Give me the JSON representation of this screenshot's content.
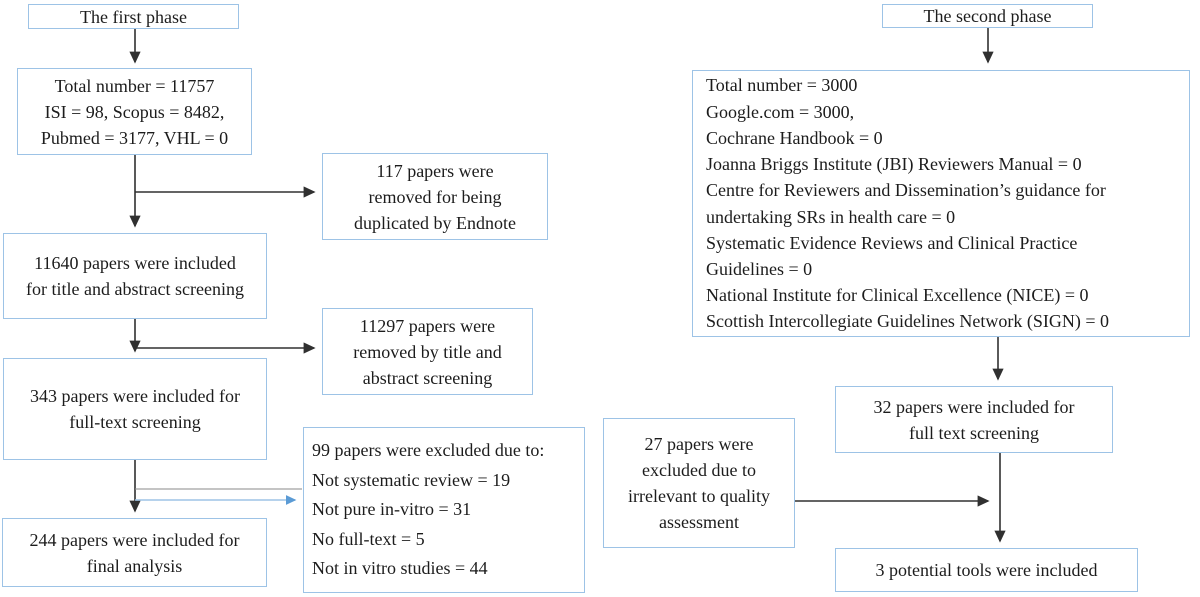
{
  "diagram": {
    "colors": {
      "box_border": "#9DC3E6",
      "connector_line": "#303030",
      "accent_arrow": "#5B9BD5",
      "text": "#1c1c1c"
    },
    "phase1": {
      "title": "The first phase",
      "totals_box": {
        "lines": [
          "Total number = 11757",
          "ISI = 98, Scopus = 8482,",
          "Pubmed = 3177, VHL = 0"
        ]
      },
      "duplicates_removed_box": {
        "lines": [
          "117 papers were",
          "removed for being",
          "duplicated by Endnote"
        ]
      },
      "title_abstract_box": {
        "lines": [
          "11640 papers were included",
          "for title and abstract screening"
        ]
      },
      "removed_by_screening_box": {
        "lines": [
          "11297 papers were",
          "removed by title and",
          "abstract screening"
        ]
      },
      "fulltext_box": {
        "lines": [
          "343 papers were included for",
          "full-text screening"
        ]
      },
      "final_analysis_box": {
        "lines": [
          "244 papers were included for",
          "final analysis"
        ]
      },
      "excluded_box": {
        "lines": [
          "99 papers were excluded due to:",
          "Not systematic review = 19",
          "Not pure in-vitro = 31",
          "No full-text = 5",
          "Not in vitro studies = 44"
        ]
      }
    },
    "phase2": {
      "title": "The second phase",
      "sources_box": {
        "lines": [
          "Total number = 3000",
          "Google.com = 3000,",
          "Cochrane Handbook = 0",
          "Joanna Briggs Institute (JBI) Reviewers Manual = 0",
          "Centre for Reviewers and Dissemination’s guidance for",
          "undertaking SRs in health care = 0",
          "Systematic Evidence Reviews and Clinical Practice",
          "Guidelines = 0",
          "National Institute for Clinical Excellence (NICE) = 0",
          "Scottish Intercollegiate Guidelines Network (SIGN) = 0"
        ]
      },
      "fulltext_box": {
        "lines": [
          "32 papers were included for",
          "full text screening"
        ]
      },
      "excluded_box": {
        "lines": [
          "27 papers were",
          "excluded due to",
          "irrelevant to quality",
          "assessment"
        ]
      },
      "included_tools_box": {
        "lines": [
          "3 potential tools were included"
        ]
      }
    }
  }
}
